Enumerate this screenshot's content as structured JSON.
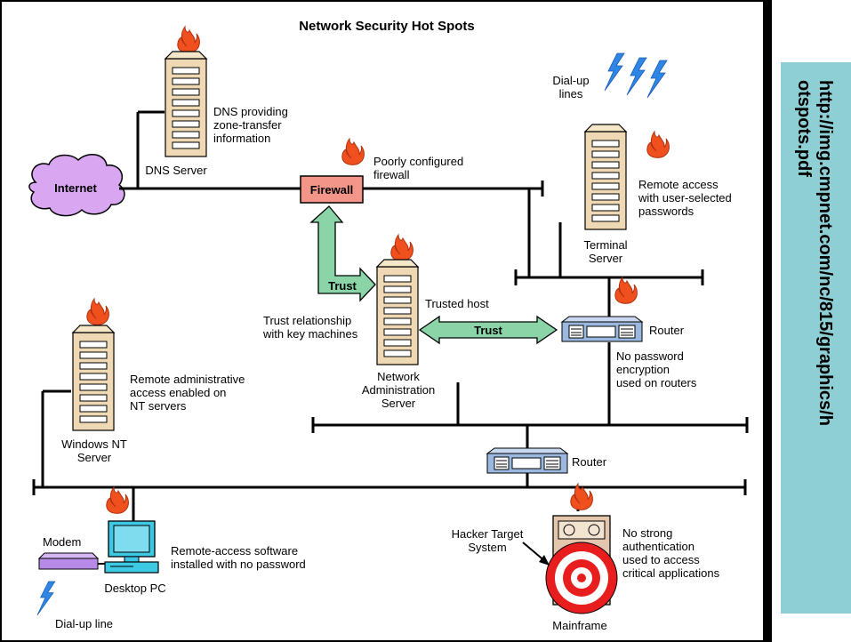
{
  "title": "Network Security Hot Spots",
  "side_caption": {
    "line1": "http://img.cmpnet.com/nc/815/graphics/h",
    "line2": "otspots.pdf"
  },
  "nodes": {
    "internet": "Internet",
    "dns_server": "DNS Server",
    "firewall": "Firewall",
    "terminal_server_1": "Terminal",
    "terminal_server_2": "Server",
    "nas_1": "Network",
    "nas_2": "Administration",
    "nas_3": "Server",
    "router_right": "Router",
    "router_bottom": "Router",
    "windows_nt_1": "Windows NT",
    "windows_nt_2": "Server",
    "modem": "Modem",
    "desktop_pc": "Desktop PC",
    "mainframe": "Mainframe",
    "trust_left": "Trust",
    "trust_mid": "Trust"
  },
  "notes": {
    "dns_1": "DNS providing",
    "dns_2": "zone-transfer",
    "dns_3": "information",
    "fw_1": "Poorly configured",
    "fw_2": "firewall",
    "dialup_lines_1": "Dial-up",
    "dialup_lines_2": "lines",
    "term_1": "Remote access",
    "term_2": "with user-selected",
    "term_3": "passwords",
    "trusted_host": "Trusted host",
    "trust_rel_1": "Trust relationship",
    "trust_rel_2": "with key machines",
    "router_1": "No password",
    "router_2": "encryption",
    "router_3": "used on routers",
    "nt_1": "Remote administrative",
    "nt_2": "access enabled on",
    "nt_3": "NT servers",
    "pc_1": "Remote-access software",
    "pc_2": "installed with no password",
    "hacker_1": "Hacker Target",
    "hacker_2": "System",
    "mf_1": "No strong",
    "mf_2": "authentication",
    "mf_3": "used to access",
    "mf_4": "critical applications",
    "dialup_line": "Dial-up line"
  },
  "colors": {
    "flame": "#f0501e",
    "firewall": "#f4958a",
    "cloud": "#d9a6f2",
    "trust_arrow": "#8ad4a8",
    "router": "#9bb8e0",
    "server": "#efd9b4",
    "pc": "#3dc8e4",
    "lightning": "#2f86e6",
    "mainframe": "#e3c6ac",
    "target_red": "#e81e1e",
    "side_panel": "#8ecfd6"
  }
}
